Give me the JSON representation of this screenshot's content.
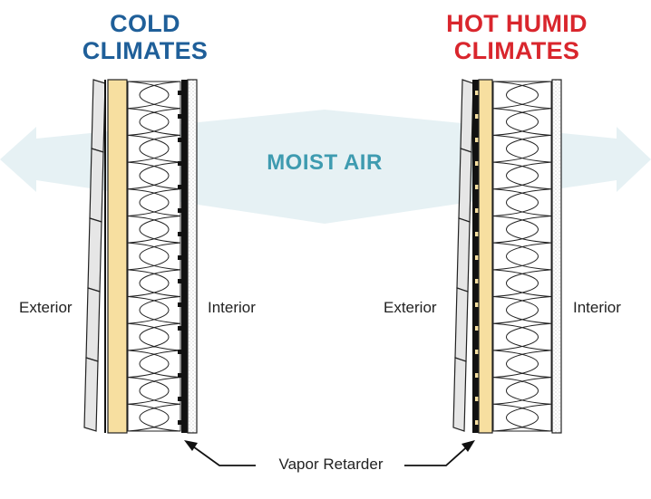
{
  "colors": {
    "cold": "#1f5f99",
    "hot": "#d9262d",
    "moist_air": "#3e9bb0",
    "arrow_fill": "#e6f1f4",
    "sheathing": "#f7dfa0",
    "siding": "#e8e8e8",
    "stroke": "#111111"
  },
  "cold": {
    "heading_line1": "COLD",
    "heading_line2": "CLIMATES",
    "exterior": "Exterior",
    "interior": "Interior"
  },
  "hot": {
    "heading_line1": "HOT HUMID",
    "heading_line2": "CLIMATES",
    "exterior": "Exterior",
    "interior": "Interior"
  },
  "moist_air": "MOIST AIR",
  "vapor_retarder": "Vapor Retarder"
}
